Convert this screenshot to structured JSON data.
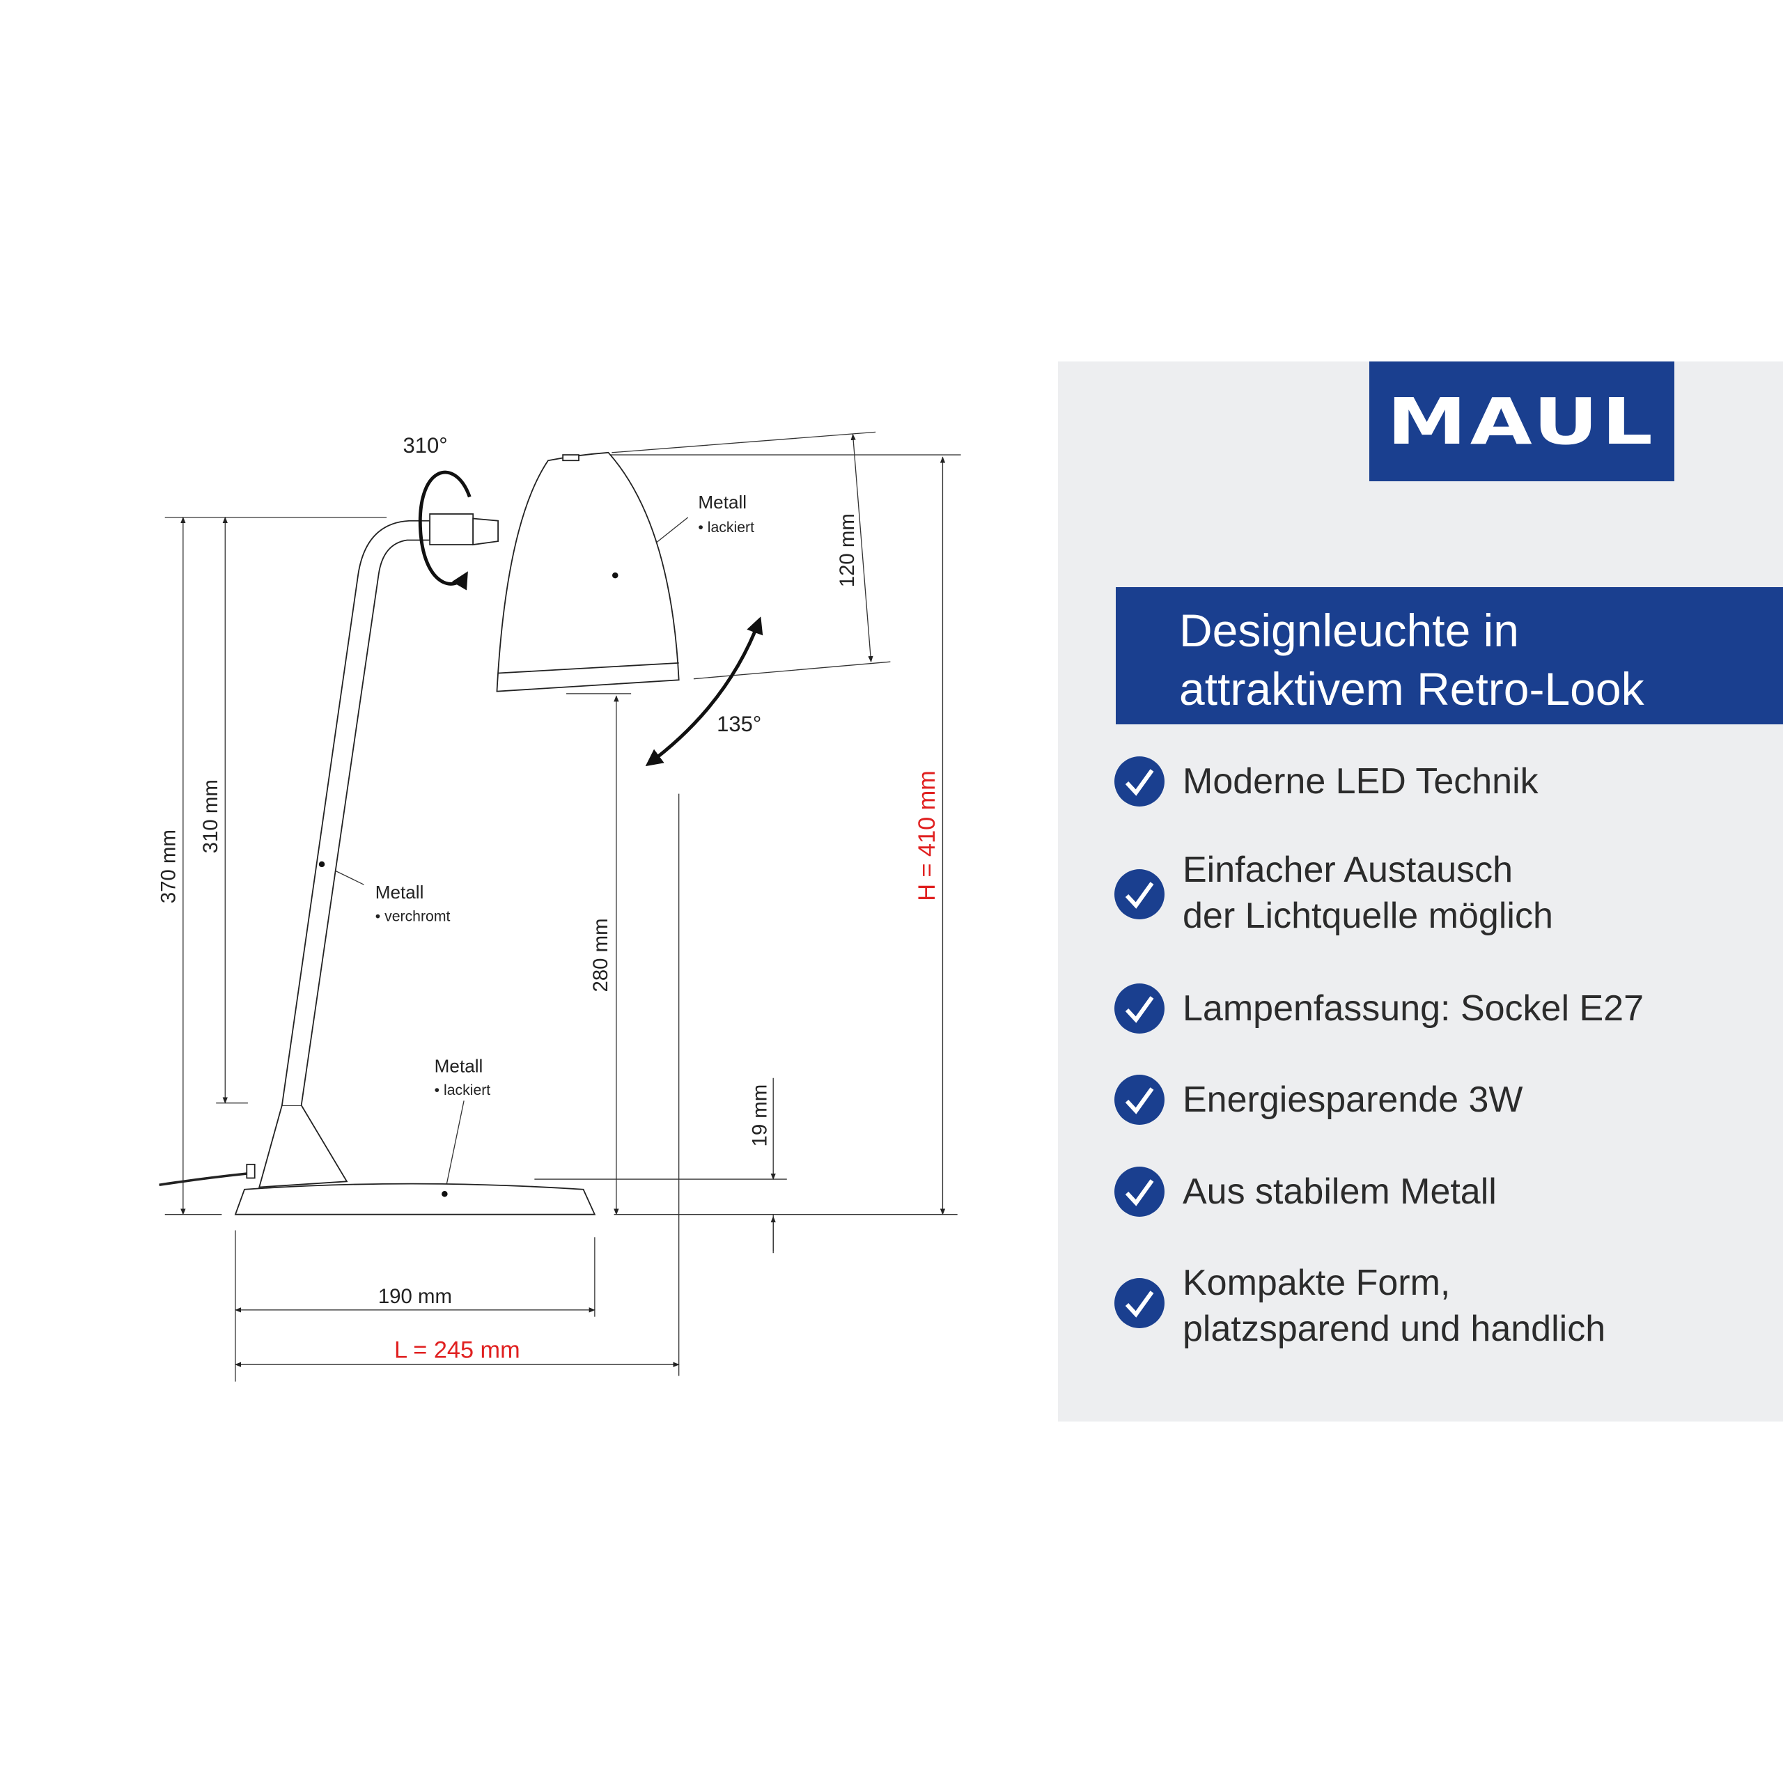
{
  "brand": {
    "logo_text": "MAUL",
    "color": "#1a3f8f"
  },
  "headline": {
    "line1": "Designleuchte in",
    "line2": "attraktivem Retro-Look"
  },
  "features": [
    {
      "lines": [
        "Moderne LED Technik"
      ]
    },
    {
      "lines": [
        "Einfacher Austausch",
        "der Lichtquelle möglich"
      ]
    },
    {
      "lines": [
        "Lampenfassung: Sockel E27"
      ]
    },
    {
      "lines": [
        "Energiesparende 3W"
      ]
    },
    {
      "lines": [
        "Aus stabilem Metall"
      ]
    },
    {
      "lines": [
        "Kompakte Form,",
        "platzsparend und handlich"
      ]
    }
  ],
  "drawing": {
    "rotation_head": "310°",
    "tilt_angle": "135°",
    "dim_370": "370 mm",
    "dim_310": "310 mm",
    "dim_120": "120 mm",
    "dim_280": "280 mm",
    "dim_19": "19 mm",
    "dim_height": "H = 410 mm",
    "dim_190": "190 mm",
    "dim_length": "L = 245 mm",
    "label_shade": {
      "material": "Metall",
      "finish": "• lackiert"
    },
    "label_arm": {
      "material": "Metall",
      "finish": "• verchromt"
    },
    "label_base": {
      "material": "Metall",
      "finish": "• lackiert"
    },
    "highlight_color": "#e02020"
  }
}
